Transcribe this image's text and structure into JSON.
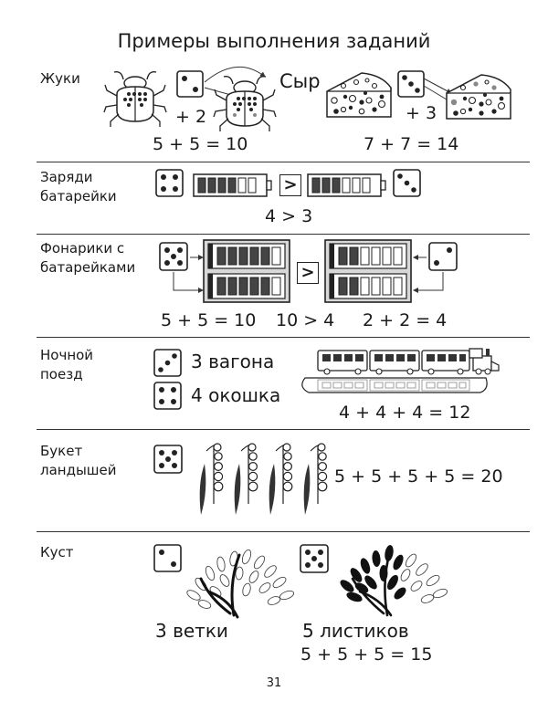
{
  "page_title": "Примеры выполнения заданий",
  "page_number": "31",
  "sections": {
    "beetles": {
      "label": "Жуки",
      "plus_left": "+ 2",
      "eq_left": "5 + 5 = 10",
      "cheese_label": "Сыр",
      "plus_right": "+ 3",
      "eq_right": "7 + 7 = 14"
    },
    "batteries": {
      "label": "Заряди батарейки",
      "compare_sign": ">",
      "eq": "4 > 3"
    },
    "flashlights": {
      "label": "Фонарики с батарейками",
      "compare_sign": ">",
      "eq1": "5 + 5 = 10",
      "eq2": "10 > 4",
      "eq3": "2 + 2 = 4"
    },
    "train": {
      "label": "Ночной поезд",
      "cars_text": "3 вагона",
      "windows_text": "4 окошка",
      "eq": "4 + 4 + 4 = 12"
    },
    "lilies": {
      "label": "Букет ландышей",
      "eq": "5 + 5 + 5 + 5 = 20"
    },
    "bush": {
      "label": "Куст",
      "branches_text": "3 ветки",
      "leaves_text": "5 листиков",
      "eq": "5 + 5 + 5 = 15"
    }
  }
}
